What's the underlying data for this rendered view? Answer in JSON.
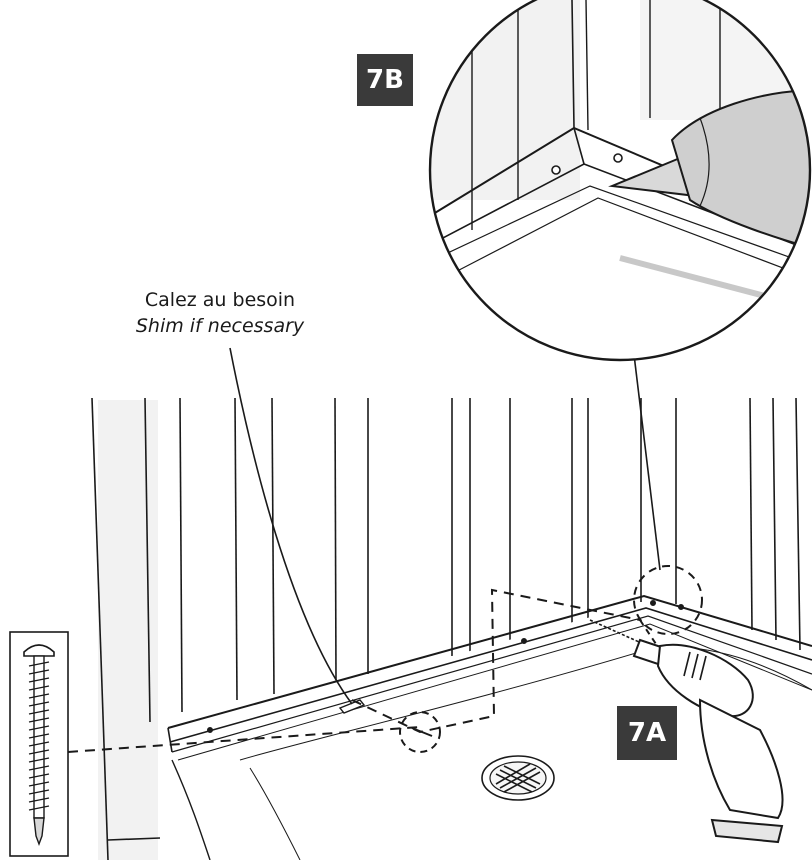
{
  "labels": {
    "step_7a": "7A",
    "step_7b": "7B"
  },
  "callout": {
    "french": "Calez au besoin",
    "english": "Shim if necessary"
  },
  "colors": {
    "ink": "#1a1a1a",
    "badge": "#3a3a3a",
    "wall_shade": "#f3f3f3",
    "caulk_gun": "#cfcfcf"
  },
  "icons": {
    "screw": "screw-icon",
    "drill": "drill-icon",
    "caulk_gun": "caulk-gun-icon",
    "drain": "drain-icon"
  }
}
